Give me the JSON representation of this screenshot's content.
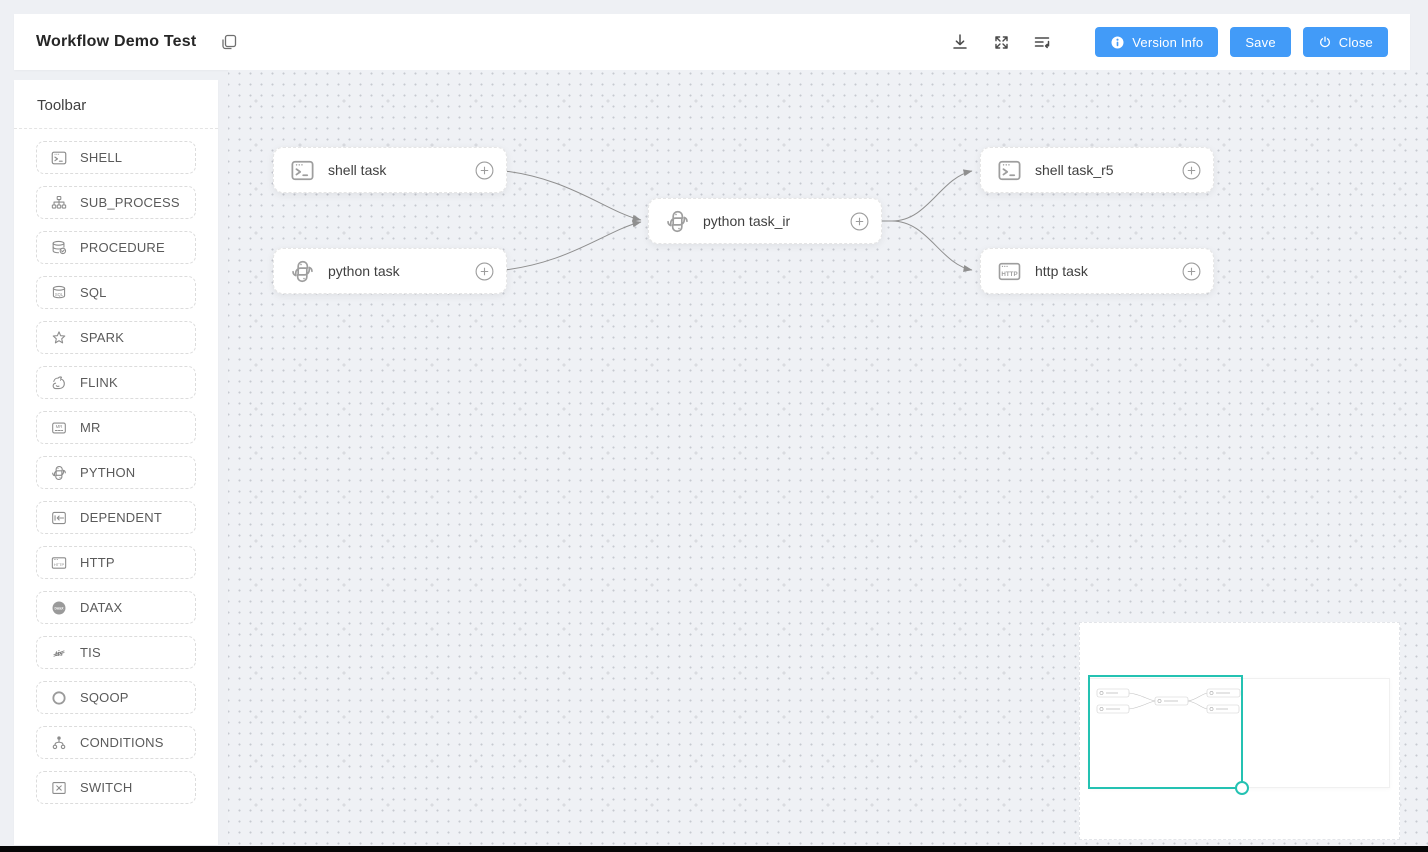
{
  "header": {
    "title": "Workflow Demo Test",
    "buttons": {
      "version_info": "Version Info",
      "save": "Save",
      "close": "Close"
    }
  },
  "toolbar": {
    "title": "Toolbar",
    "items": [
      {
        "id": "shell",
        "label": "SHELL"
      },
      {
        "id": "sub_process",
        "label": "SUB_PROCESS"
      },
      {
        "id": "procedure",
        "label": "PROCEDURE"
      },
      {
        "id": "sql",
        "label": "SQL"
      },
      {
        "id": "spark",
        "label": "SPARK"
      },
      {
        "id": "flink",
        "label": "FLINK"
      },
      {
        "id": "mr",
        "label": "MR"
      },
      {
        "id": "python",
        "label": "PYTHON"
      },
      {
        "id": "dependent",
        "label": "DEPENDENT"
      },
      {
        "id": "http",
        "label": "HTTP"
      },
      {
        "id": "datax",
        "label": "DATAX"
      },
      {
        "id": "tis",
        "label": "TIS"
      },
      {
        "id": "sqoop",
        "label": "SQOOP"
      },
      {
        "id": "conditions",
        "label": "CONDITIONS"
      },
      {
        "id": "switch",
        "label": "SWITCH"
      }
    ]
  },
  "canvas": {
    "nodes": [
      {
        "id": "shell-task",
        "type": "shell",
        "label": "shell task"
      },
      {
        "id": "python-task",
        "type": "python",
        "label": "python task"
      },
      {
        "id": "python-task-ir",
        "type": "python",
        "label": "python task_ir"
      },
      {
        "id": "shell-task-r5",
        "type": "shell",
        "label": "shell task_r5"
      },
      {
        "id": "http-task",
        "type": "http",
        "label": "http task"
      }
    ],
    "edges": [
      {
        "from": "shell-task",
        "to": "python-task-ir"
      },
      {
        "from": "python-task",
        "to": "python-task-ir"
      },
      {
        "from": "python-task-ir",
        "to": "shell-task-r5"
      },
      {
        "from": "python-task-ir",
        "to": "http-task"
      }
    ]
  },
  "colors": {
    "primary": "#429bf8",
    "minimap_viewport": "#24c2b2",
    "edge": "#8f8f8f",
    "canvas_dot": "#c6c9d0"
  }
}
